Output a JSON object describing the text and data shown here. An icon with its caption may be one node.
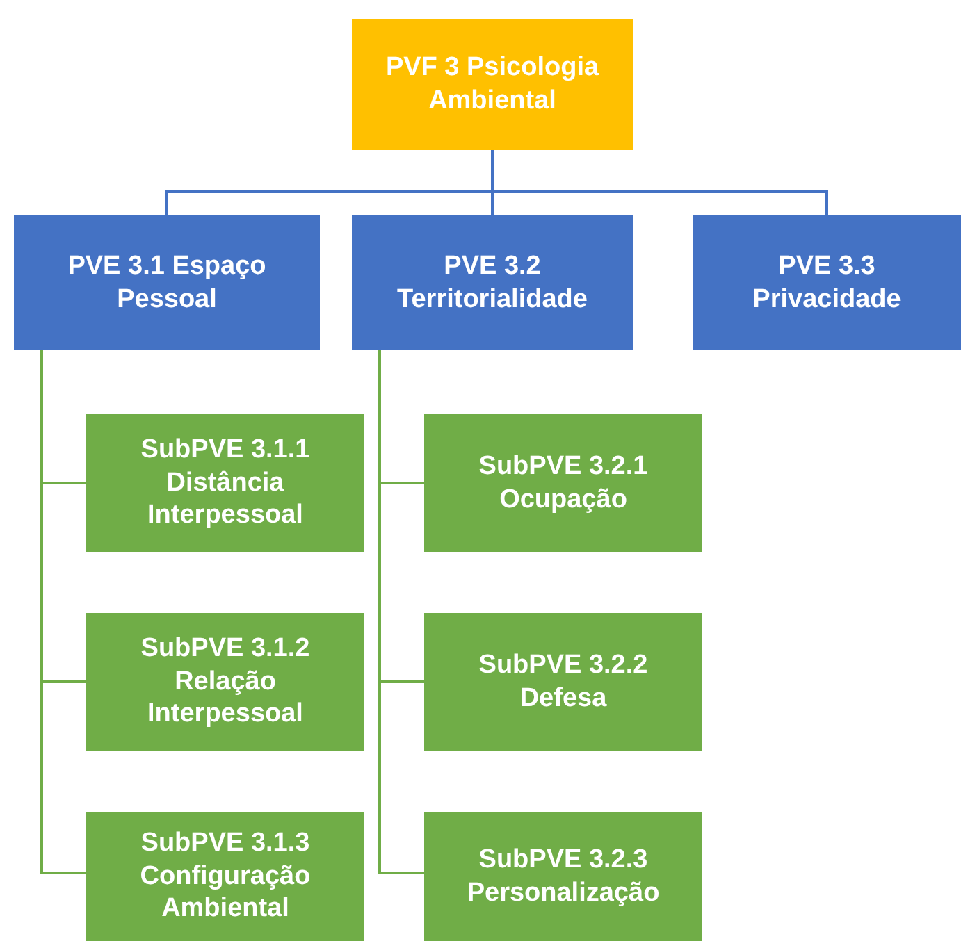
{
  "diagram": {
    "nodes": [
      {
        "text": [
          "PVF 3 Psicologia Ambiental"
        ]
      },
      {
        "text": [
          "PVE 3.1 Espaço Pessoal"
        ]
      },
      {
        "text": [
          "PVE 3.2 Territorialidade"
        ]
      },
      {
        "text": [
          "PVE 3.3 Privacidade"
        ]
      },
      {
        "text": [
          "SubPVE 3.1.1 Distância Interpessoal"
        ]
      },
      {
        "text": [
          "SubPVE 3.1.2 Relação Interpessoal"
        ]
      },
      {
        "text": [
          "SubPVE 3.1.3 Configuração Ambiental"
        ]
      },
      {
        "text": [
          "SubPVE 3.2.1 Ocupação"
        ]
      },
      {
        "text": [
          "SubPVE 3.2.2 Defesa"
        ]
      },
      {
        "text": [
          "SubPVE 3.2.3 Personalização"
        ]
      }
    ],
    "edges": [
      {
        "from": 0,
        "to": 1,
        "arrow": "none",
        "color": "#4472c4"
      },
      {
        "from": 0,
        "to": 2,
        "arrow": "none",
        "color": "#4472c4"
      },
      {
        "from": 0,
        "to": 3,
        "arrow": "none",
        "color": "#4472c4"
      },
      {
        "from": 1,
        "to": 4,
        "arrow": "none"
      },
      {
        "from": 1,
        "to": 5,
        "arrow": "none"
      },
      {
        "from": 1,
        "to": 6,
        "arrow": "none"
      },
      {
        "from": 2,
        "to": 7,
        "arrow": "none"
      },
      {
        "from": 2,
        "to": 8,
        "arrow": "none"
      },
      {
        "from": 2,
        "to": 9,
        "arrow": "none"
      }
    ]
  }
}
